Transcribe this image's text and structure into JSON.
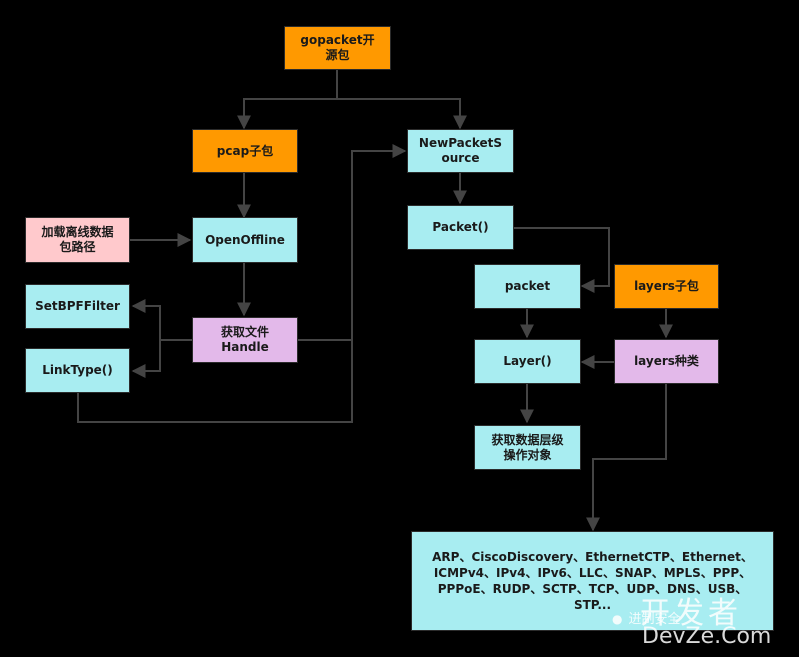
{
  "colors": {
    "background": "#000000",
    "orange": "#ff9900",
    "cyan": "#a8edf1",
    "pink": "#ffc9cc",
    "purple": "#e3b9ea",
    "edge": "#444444"
  },
  "nodes": {
    "gopacket": "gopacket开\n源包",
    "pcap": "pcap子包",
    "newpacketsource": "NewPacketS\nource",
    "offline_path": "加载离线数据\n包路径",
    "openoffline": "OpenOffline",
    "packet_fn": "Packet()",
    "setbpf": "SetBPFFilter",
    "handle": "获取文件\nHandle",
    "linktype": "LinkType()",
    "packet": "packet",
    "layers_pkg": "layers子包",
    "layer_fn": "Layer()",
    "layers_kind": "layers种类",
    "get_layer_obj": "获取数据层级\n操作对象",
    "layer_types": "ARP、CiscoDiscovery、EthernetCTP、Ethernet、ICMPv4、IPv4、IPv6、LLC、SNAP、MPLS、PPP、PPPoE、RUDP、SCTP、TCP、UDP、DNS、USB、STP..."
  },
  "watermark": {
    "logo": "开发者",
    "brand": "DevZe.Com",
    "account": "进制安全"
  }
}
